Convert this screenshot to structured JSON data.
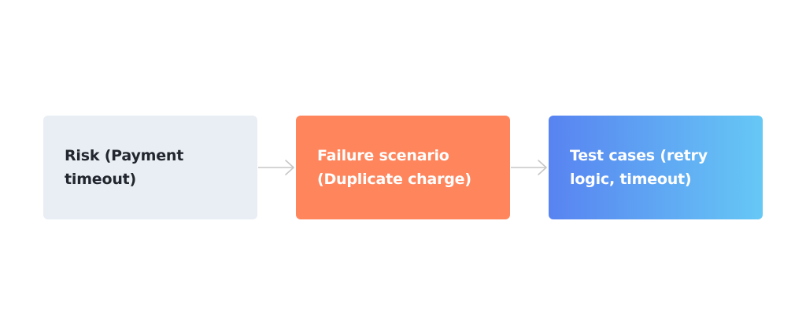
{
  "flow": {
    "steps": [
      {
        "label": "Risk (Payment timeout)"
      },
      {
        "label": "Failure scenario (Duplicate charge)"
      },
      {
        "label": "Test cases (retry logic, timeout)"
      }
    ]
  },
  "colors": {
    "risk_bg": "#e8eef4",
    "failure_bg": "#ff855c",
    "tests_gradient_start": "#5883f1",
    "tests_gradient_end": "#66c8f5",
    "arrow": "#c7c7c7"
  },
  "icons": [
    "arrow-right-icon"
  ]
}
